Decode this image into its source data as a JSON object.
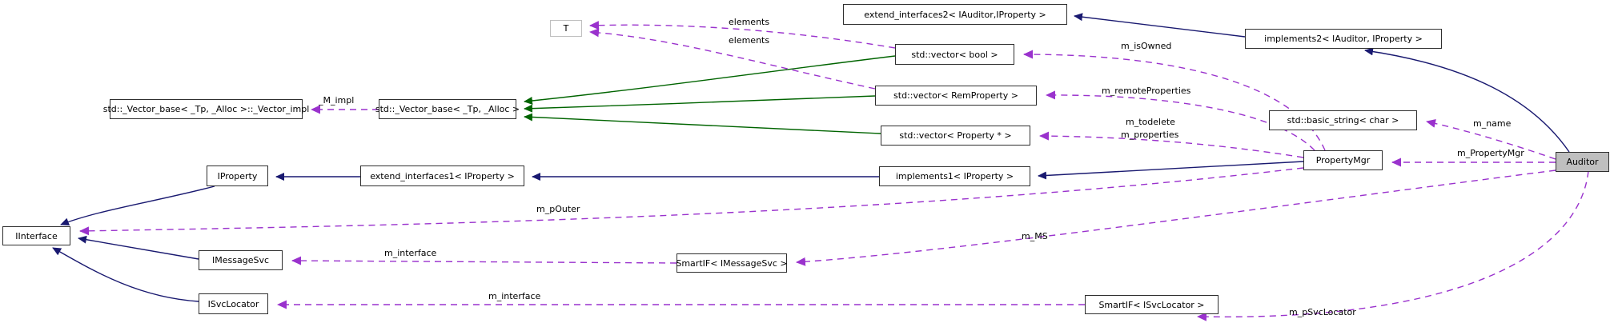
{
  "diagram": {
    "type": "doxygen-collaboration-graph",
    "colors": {
      "inheritance_arrow": "#191970",
      "protected_inheritance_arrow": "#006400",
      "usage_arrow": "#9a32cd",
      "node_border": "#2f2f2f",
      "node_fill": "#ffffff",
      "current_node_fill": "#bfbfbf",
      "template_param_border": "#bfbfbf",
      "text": "#000000"
    },
    "nodes": [
      {
        "id": "extend_interfaces2",
        "label": "extend_interfaces2< IAuditor,IProperty >"
      },
      {
        "id": "implements2",
        "label": "implements2< IAuditor, IProperty >"
      },
      {
        "id": "T",
        "label": "T"
      },
      {
        "id": "vector_bool",
        "label": "std::vector< bool >"
      },
      {
        "id": "vector_base_impl",
        "label": "std::_Vector_base< _Tp, _Alloc >::_Vector_impl"
      },
      {
        "id": "vector_base",
        "label": "std::_Vector_base< _Tp, _Alloc >"
      },
      {
        "id": "vector_remproperty",
        "label": "std::vector< RemProperty >"
      },
      {
        "id": "vector_property_ptr",
        "label": "std::vector< Property * >"
      },
      {
        "id": "basic_string",
        "label": "std::basic_string< char >"
      },
      {
        "id": "propertymgr",
        "label": "PropertyMgr"
      },
      {
        "id": "auditor",
        "label": "Auditor"
      },
      {
        "id": "iproperty",
        "label": "IProperty"
      },
      {
        "id": "extend_interfaces1",
        "label": "extend_interfaces1< IProperty >"
      },
      {
        "id": "implements1",
        "label": "implements1< IProperty >"
      },
      {
        "id": "iinterface",
        "label": "IInterface"
      },
      {
        "id": "imessagesvc",
        "label": "IMessageSvc"
      },
      {
        "id": "smartif_imessagesvc",
        "label": "SmartIF< IMessageSvc >"
      },
      {
        "id": "isvclocator",
        "label": "ISvcLocator"
      },
      {
        "id": "smartif_isvclocator",
        "label": "SmartIF< ISvcLocator >"
      }
    ],
    "edge_labels": {
      "elements_top": "elements",
      "elements_bottom": "elements",
      "m_isOwned": "m_isOwned",
      "m_remoteProperties": "m_remoteProperties",
      "m_todelete": "m_todelete",
      "m_properties": "m_properties",
      "m_impl": "_M_impl",
      "m_name": "m_name",
      "m_PropertyMgr": "m_PropertyMgr",
      "m_pOuter": "m_pOuter",
      "m_MS": "m_MS",
      "m_interface_msg": "m_interface",
      "m_interface_svc": "m_interface",
      "m_pSvcLocator": "m_pSvcLocator"
    }
  }
}
